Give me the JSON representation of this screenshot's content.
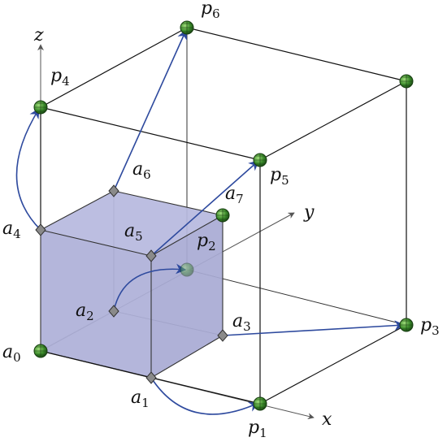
{
  "axes": {
    "x": "x",
    "y": "y",
    "z": "z"
  },
  "inner_cube_labels": {
    "a0": {
      "base": "a",
      "sub": "0"
    },
    "a1": {
      "base": "a",
      "sub": "1"
    },
    "a2": {
      "base": "a",
      "sub": "2"
    },
    "a3": {
      "base": "a",
      "sub": "3"
    },
    "a4": {
      "base": "a",
      "sub": "4"
    },
    "a5": {
      "base": "a",
      "sub": "5"
    },
    "a6": {
      "base": "a",
      "sub": "6"
    },
    "a7": {
      "base": "a",
      "sub": "7"
    }
  },
  "outer_cube_labels": {
    "p1": {
      "base": "p",
      "sub": "1"
    },
    "p2": {
      "base": "p",
      "sub": "2"
    },
    "p3": {
      "base": "p",
      "sub": "3"
    },
    "p4": {
      "base": "p",
      "sub": "4"
    },
    "p5": {
      "base": "p",
      "sub": "5"
    },
    "p6": {
      "base": "p",
      "sub": "6"
    }
  },
  "colors": {
    "inner_cube_fill": "#aeb0d8",
    "inner_edge": "#333333",
    "outer_edge": "#111111",
    "mapping_arrow": "#2e4a9e",
    "axis": "#555555",
    "outer_marker": "#3a8a2a",
    "inner_marker": "#777777"
  },
  "icons": {
    "outer_vertex": "green-globe-marker",
    "inner_vertex": "gray-diamond-marker"
  }
}
